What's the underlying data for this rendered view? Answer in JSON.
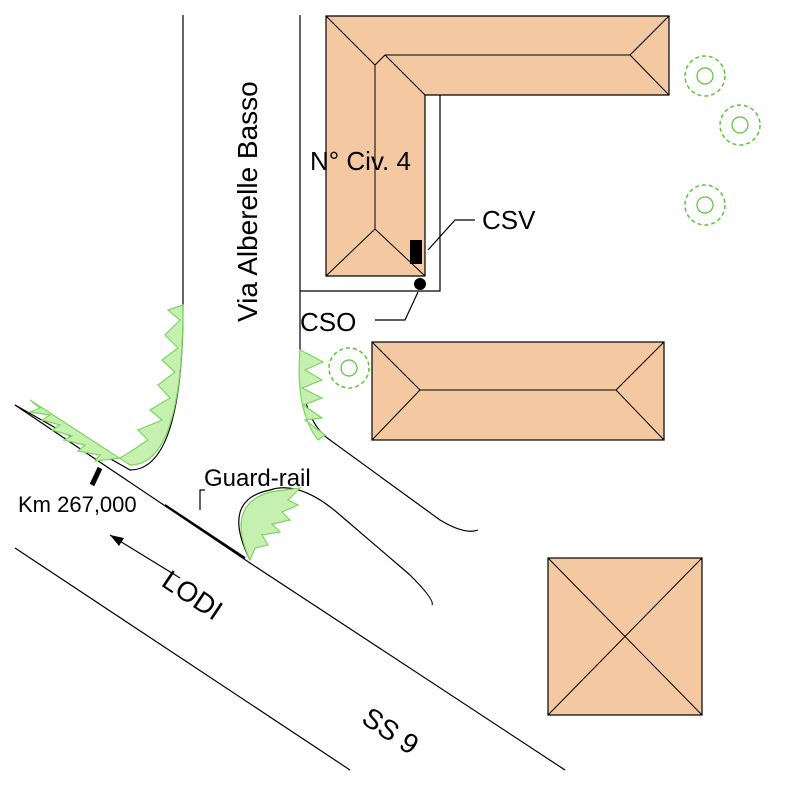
{
  "labels": {
    "street_name": "Via Alberelle Basso",
    "civic_number": "N° Civ. 4",
    "csv": "CSV",
    "cso": "CSO",
    "guard_rail": "Guard-rail",
    "km_marker": "Km 267,000",
    "direction": "LODI",
    "highway": "SS 9"
  },
  "colors": {
    "building_fill": "#f4c8a0",
    "vegetation": "#5cc23a",
    "line": "#000000"
  },
  "icons": {
    "tree": "tree-icon",
    "arrow": "arrow-left-icon"
  }
}
